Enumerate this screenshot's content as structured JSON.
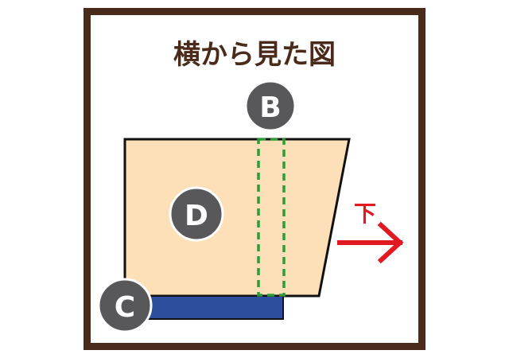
{
  "title": "横から見た図",
  "markers": {
    "b": "B",
    "c": "C",
    "d": "D"
  },
  "direction": {
    "label": "下",
    "icon": "arrow-right-icon"
  },
  "colors": {
    "frame": "#4a2a1a",
    "title_text": "#4a2a1a",
    "body_fill": "#fde0b8",
    "body_stroke": "#111111",
    "dashed_rect": "#2e9a3a",
    "base_fill": "#2d4d9d",
    "marker_fill": "#58585a",
    "marker_stroke": "#ffffff",
    "marker_text": "#ffffff",
    "arrow": "#e11a22"
  }
}
